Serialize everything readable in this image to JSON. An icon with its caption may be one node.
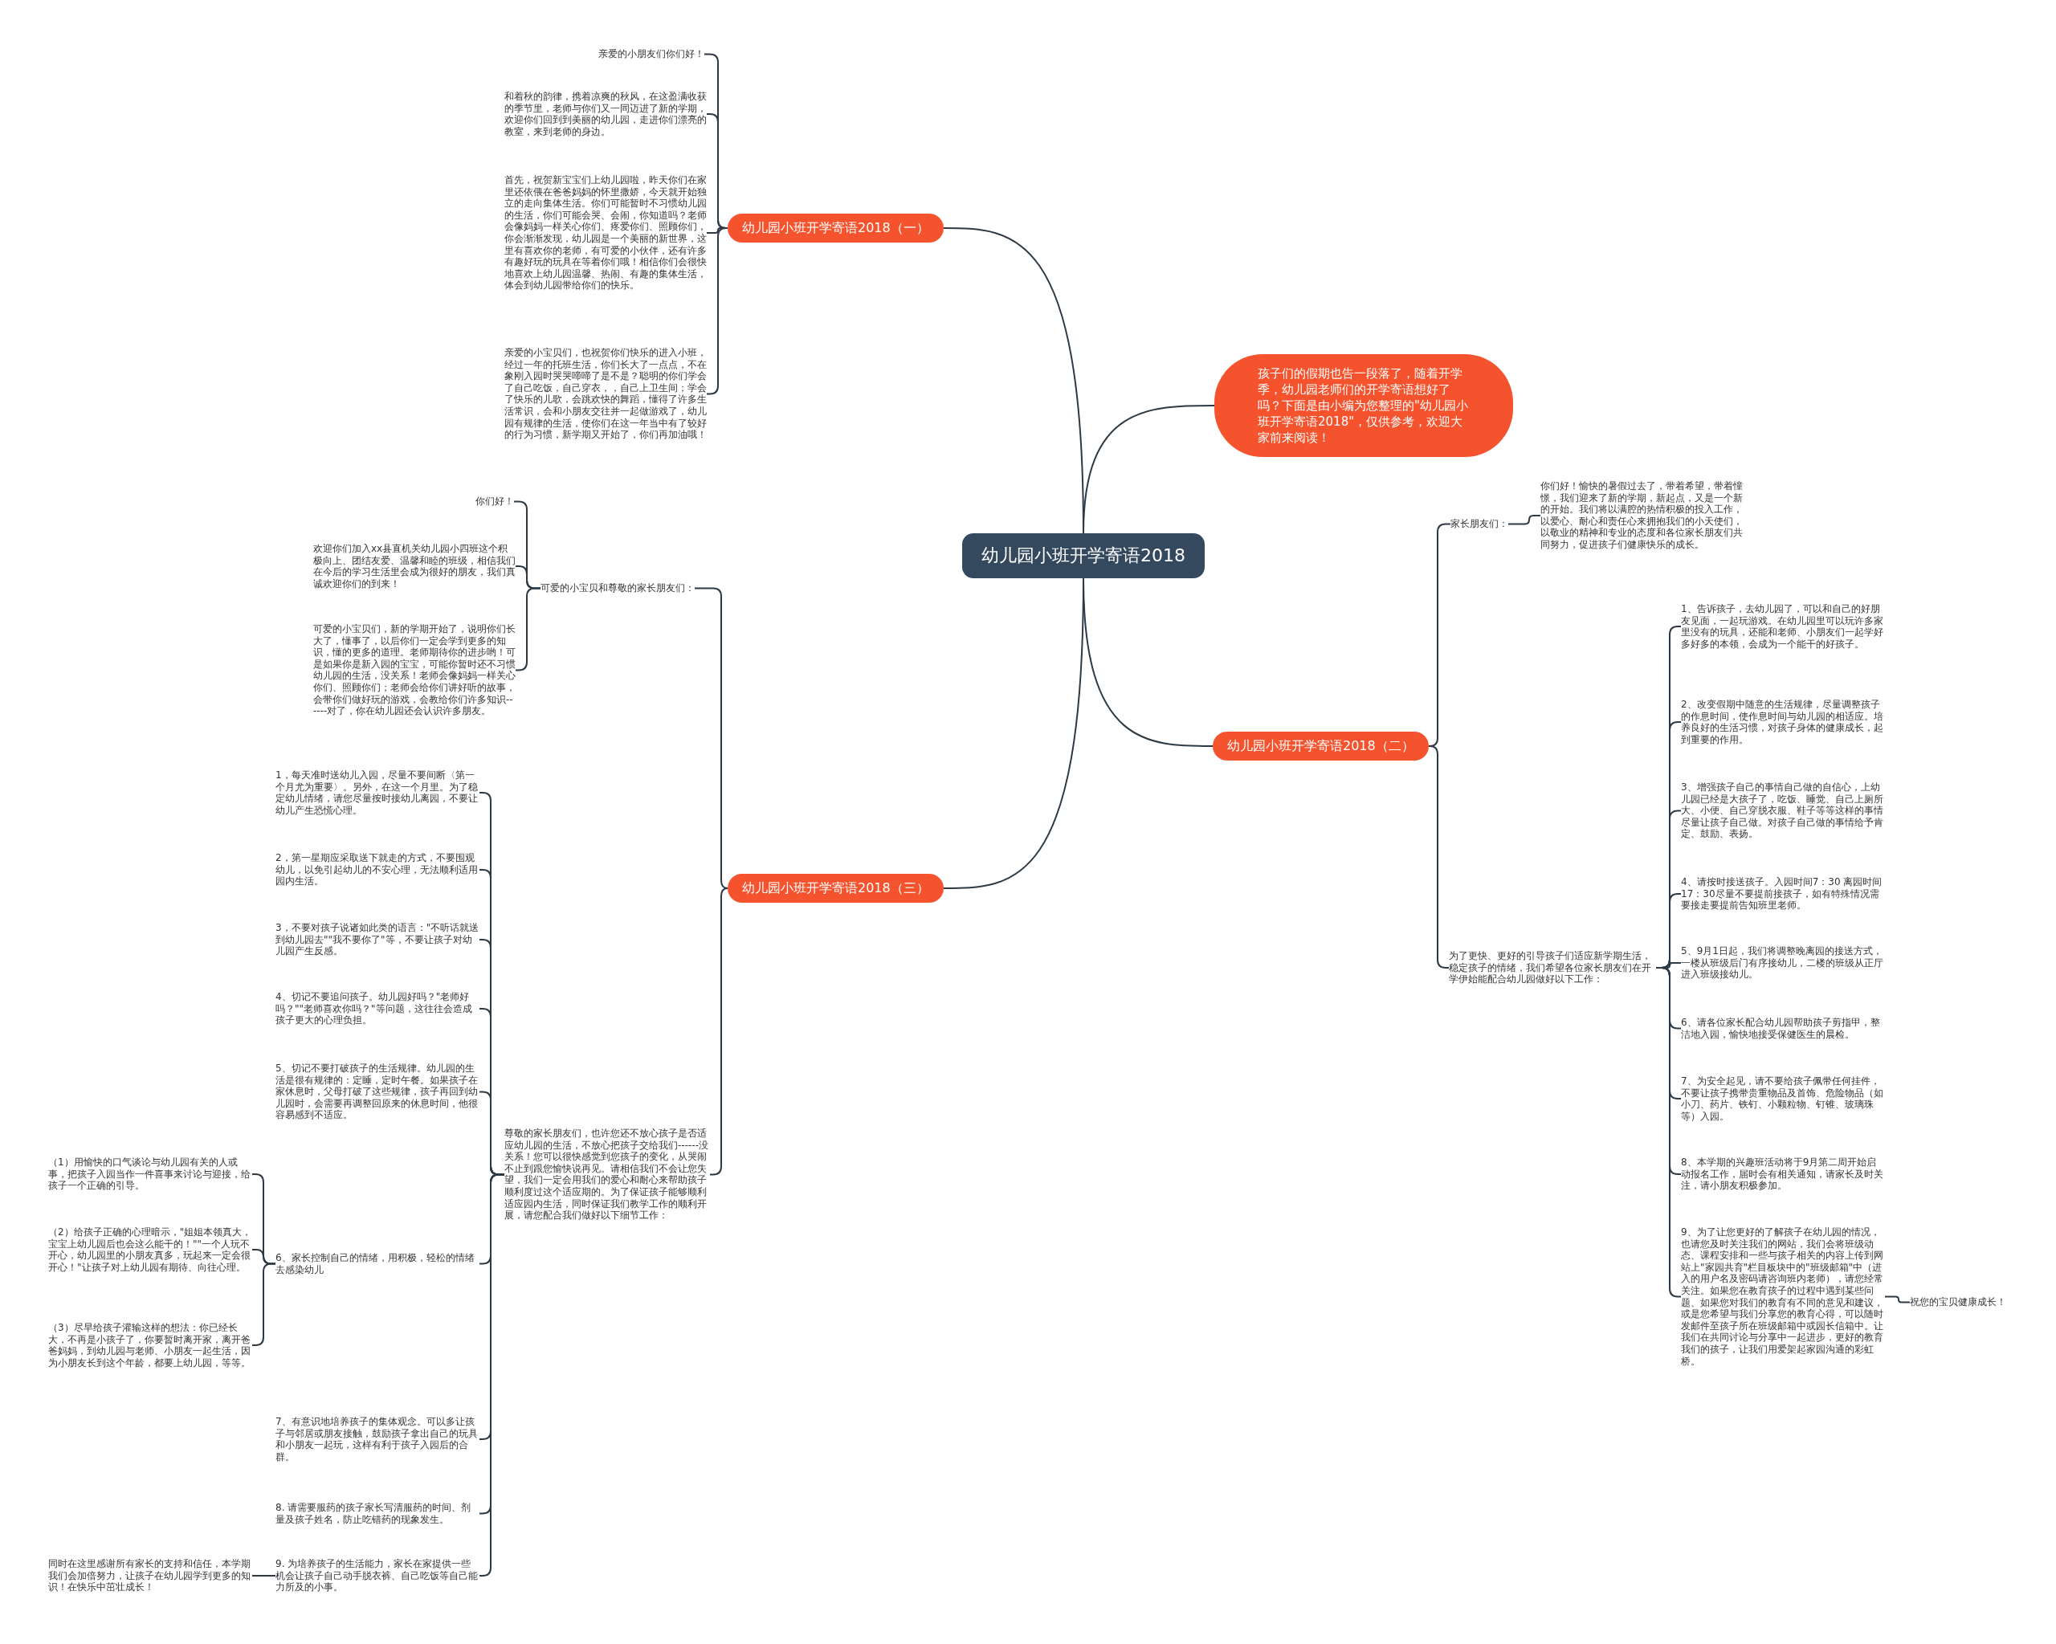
{
  "diagram": {
    "nodes": [
      {
        "text": [
          "幼儿园小班开学寄语2018"
        ]
      },
      {
        "text": [
          "孩子们的假期也告一段落了，随着开学季，幼儿园老师们的开学寄语想好了吗？下面是由小编为您整理的\"幼儿园小班开学寄语2018\"，仅供参考，欢迎大家前来阅读！"
        ]
      },
      {
        "text": [
          "幼儿园小班开学寄语2018（一）"
        ]
      },
      {
        "text": [
          "亲爱的小朋友们你们好！"
        ]
      },
      {
        "text": [
          "和着秋的韵律，携着凉爽的秋风，在这盈满收获的季节里，老师与你们又一同迈进了新的学期，欢迎你们回到到美丽的幼儿园，走进你们漂亮的教室，来到老师的身边。"
        ]
      },
      {
        "text": [
          "首先，祝贺新宝宝们上幼儿园啦，昨天你们在家里还依偎在爸爸妈妈的怀里撒娇，今天就开始独立的走向集体生活。你们可能暂时不习惯幼儿园的生活，你们可能会哭、会闹，你知道吗？老师会像妈妈一样关心你们、疼爱你们、照顾你们，你会渐渐发现，幼儿园是一个美丽的新世界，这里有喜欢你的老师，有可爱的小伙伴，还有许多有趣好玩的玩具在等着你们哦！相信你们会很快地喜欢上幼儿园温馨、热闹、有趣的集体生活，体会到幼儿园带给你们的快乐。"
        ]
      },
      {
        "text": [
          "亲爱的小宝贝们，也祝贺你们快乐的进入小班，经过一年的托班生活，你们长大了一点点，不在象刚入园时哭哭啼啼了是不是？聪明的你们学会了自己吃饭，自己穿衣，，自己上卫生间；学会了快乐的儿歌，会跳欢快的舞蹈，懂得了许多生活常识，会和小朋友交往并一起做游戏了，幼儿园有规律的生活，使你们在这一年当中有了较好的行为习惯，新学期又开始了，你们再加油哦！"
        ]
      },
      {
        "text": [
          "幼儿园小班开学寄语2018（二）"
        ]
      },
      {
        "text": [
          "家长朋友们："
        ]
      },
      {
        "text": [
          "你们好！愉快的暑假过去了，带着希望，带着憧憬，我们迎来了新的学期，新起点，又是一个新的开始。我们将以满腔的热情积极的投入工作，以爱心、耐心和责任心来拥抱我们的小天使们，以敬业的精神和专业的态度和各位家长朋友们共同努力，促进孩子们健康快乐的成长。"
        ]
      },
      {
        "text": [
          "为了更快、更好的引导孩子们适应新学期生活，稳定孩子的情绪，我们希望各位家长朋友们在开学伊始能配合幼儿园做好以下工作："
        ]
      },
      {
        "text": [
          "1、告诉孩子，去幼儿园了，可以和自己的好朋友见面，一起玩游戏。在幼儿园里可以玩许多家里没有的玩具，还能和老师、小朋友们一起学好多好多的本领，会成为一个能干的好孩子。"
        ]
      },
      {
        "text": [
          "2、改变假期中随意的生活规律，尽量调整孩子的作息时间，使作息时间与幼儿园的相适应。培养良好的生活习惯，对孩子身体的健康成长，起到重要的作用。"
        ]
      },
      {
        "text": [
          "3、增强孩子自己的事情自己做的自信心，上幼儿园已经是大孩子了，吃饭、睡觉、自己上厕所大、小便、自己穿脱衣服、鞋子等等这样的事情尽量让孩子自己做。对孩子自己做的事情给予肯定、鼓励、表扬。"
        ]
      },
      {
        "text": [
          "4、请按时接送孩子。入园时间7：30 离园时间 17：30尽量不要提前接孩子，如有特殊情况需要接走要提前告知班里老师。"
        ]
      },
      {
        "text": [
          "5、9月1日起，我们将调整晚离园的接送方式，一楼从班级后门有序接幼儿，二楼的班级从正厅进入班级接幼儿。"
        ]
      },
      {
        "text": [
          "6、请各位家长配合幼儿园帮助孩子剪指甲，整洁地入园，愉快地接受保健医生的晨检。"
        ]
      },
      {
        "text": [
          "7、为安全起见，请不要给孩子佩带任何挂件，不要让孩子携带贵重物品及首饰、危险物品（如小刀、药片、铁钉、小颗粒物、钉锥、玻璃珠等）入园。"
        ]
      },
      {
        "text": [
          "8、本学期的兴趣班活动将于9月第二周开始启动报名工作，届时会有相关通知，请家长及时关注，请小朋友积极参加。"
        ]
      },
      {
        "text": [
          "9、为了让您更好的了解孩子在幼儿园的情况，也请您及时关注我们的网站，我们会将班级动态、课程安排和一些与孩子相关的内容上传到网站上\"家园共育\"栏目板块中的\"班级邮箱\"中（进入的用户名及密码请咨询班内老师），请您经常关注。如果您在教育孩子的过程中遇到某些问题、如果您对我们的教育有不同的意见和建议，或是您希望与我们分享您的教育心得，可以随时发邮件至孩子所在班级邮箱中或园长信箱中。让我们在共同讨论与分享中一起进步，更好的教育我们的孩子，让我们用爱架起家园沟通的彩虹桥。"
        ]
      },
      {
        "text": [
          "祝您的宝贝健康成长！"
        ]
      },
      {
        "text": [
          "幼儿园小班开学寄语2018（三）"
        ]
      },
      {
        "text": [
          "可爱的小宝贝和尊敬的家长朋友们："
        ]
      },
      {
        "text": [
          "你们好！"
        ]
      },
      {
        "text": [
          "欢迎你们加入xx县直机关幼儿园小四班这个积极向上、团结友爱、温馨和睦的班级，相信我们在今后的学习生活里会成为很好的朋友，我们真诚欢迎你们的到来！"
        ]
      },
      {
        "text": [
          "可爱的小宝贝们，新的学期开始了，说明你们长大了，懂事了，以后你们一定会学到更多的知识，懂的更多的道理。老师期待你的进步哟！可是如果你是新入园的宝宝，可能你暂时还不习惯幼儿园的生活，没关系！老师会像妈妈一样关心你们、照顾你们；老师会给你们讲好听的故事，会带你们做好玩的游戏，会教给你们许多知识------对了，你在幼儿园还会认识许多朋友。"
        ]
      },
      {
        "text": [
          "尊敬的家长朋友们，也许您还不放心孩子是否适应幼儿园的生活，不放心把孩子交给我们------没关系！您可以很快感觉到您孩子的变化，从哭闹不止到跟您愉快说再见。请相信我们不会让您失望，我们一定会用我们的爱心和耐心来帮助孩子顺利度过这个适应期的。为了保证孩子能够顺利适应园内生活，同时保证我们教学工作的顺利开展，请您配合我们做好以下细节工作："
        ]
      },
      {
        "text": [
          "1，每天准时送幼儿入园，尽量不要间断〈第一个月尤为重要〉。另外，在这一个月里。为了稳定幼儿情绪，请您尽量按时接幼儿离园，不要让幼儿产生恐慌心理。"
        ]
      },
      {
        "text": [
          "2，第一星期应采取送下就走的方式，不要围观幼儿，以免引起幼儿的不安心理，无法顺利适用园内生活。"
        ]
      },
      {
        "text": [
          "3，不要对孩子说诸如此类的语言：\"不听话就送到幼儿园去\"\"我不要你了\"等，不要让孩子对幼儿园产生反感。"
        ]
      },
      {
        "text": [
          "4、切记不要追问孩子。幼儿园好吗？\"老师好吗？\"\"老师喜欢你吗？\"等问题，这往往会造成孩子更大的心理负担。"
        ]
      },
      {
        "text": [
          "5、切记不要打破孩子的生活规律。幼儿园的生活是很有规律的：定睡，定时午餐。如果孩子在家休息时，父母打破了这些规律，孩子再回到幼儿园时，会需要再调整回原来的休息时间，他很容易感到不适应。"
        ]
      },
      {
        "text": [
          "6、家长控制自己的情绪，用积极，轻松的情绪去感染幼儿"
        ]
      },
      {
        "text": [
          "7、有意识地培养孩子的集体观念。可以多让孩子与邻居或朋友接触，鼓励孩子拿出自己的玩具和小朋友一起玩，这样有利于孩子入园后的合群。"
        ]
      },
      {
        "text": [
          "8. 请需要服药的孩子家长写清服药的时间、剂量及孩子姓名，防止吃错药的现象发生。"
        ]
      },
      {
        "text": [
          "9. 为培养孩子的生活能力，家长在家提供一些机会让孩子自己动手脱衣裤、自己吃饭等自己能力所及的小事。"
        ]
      },
      {
        "text": [
          "（1）用愉快的口气谈论与幼儿园有关的人或事，把孩子入园当作一件喜事来讨论与迎接，给孩子一个正确的引导。"
        ]
      },
      {
        "text": [
          "（2）给孩子正确的心理暗示，\"姐姐本领真大，宝宝上幼儿园后也会这么能干的！\"\"一个人玩不开心，幼儿园里的小朋友真多，玩起来一定会很开心！\"让孩子对上幼儿园有期待、向往心理。"
        ]
      },
      {
        "text": [
          "（3）尽早给孩子灌输这样的想法：你已经长大，不再是小孩子了，你要暂时离开家，离开爸爸妈妈，到幼儿园与老师、小朋友一起生活，因为小朋友长到这个年龄，都要上幼儿园，等等。"
        ]
      },
      {
        "text": [
          "同时在这里感谢所有家长的支持和信任，本学期我们会加倍努力，让孩子在幼儿园学到更多的知识！在快乐中茁壮成长！"
        ]
      }
    ],
    "edges": [
      {
        "from": 0,
        "to": 1,
        "arrow": "none"
      },
      {
        "from": 0,
        "to": 2,
        "arrow": "none"
      },
      {
        "from": 2,
        "to": 3,
        "arrow": "none"
      },
      {
        "from": 2,
        "to": 4,
        "arrow": "none"
      },
      {
        "from": 2,
        "to": 5,
        "arrow": "none"
      },
      {
        "from": 2,
        "to": 6,
        "arrow": "none"
      },
      {
        "from": 0,
        "to": 7,
        "arrow": "none"
      },
      {
        "from": 7,
        "to": 8,
        "arrow": "none"
      },
      {
        "from": 8,
        "to": 9,
        "arrow": "none"
      },
      {
        "from": 7,
        "to": 10,
        "arrow": "none"
      },
      {
        "from": 10,
        "to": 11,
        "arrow": "none"
      },
      {
        "from": 10,
        "to": 12,
        "arrow": "none"
      },
      {
        "from": 10,
        "to": 13,
        "arrow": "none"
      },
      {
        "from": 10,
        "to": 14,
        "arrow": "none"
      },
      {
        "from": 10,
        "to": 15,
        "arrow": "none"
      },
      {
        "from": 10,
        "to": 16,
        "arrow": "none"
      },
      {
        "from": 10,
        "to": 17,
        "arrow": "none"
      },
      {
        "from": 10,
        "to": 18,
        "arrow": "none"
      },
      {
        "from": 10,
        "to": 19,
        "arrow": "none"
      },
      {
        "from": 19,
        "to": 20,
        "arrow": "none"
      },
      {
        "from": 0,
        "to": 21,
        "arrow": "none"
      },
      {
        "from": 21,
        "to": 22,
        "arrow": "none"
      },
      {
        "from": 22,
        "to": 23,
        "arrow": "none"
      },
      {
        "from": 22,
        "to": 24,
        "arrow": "none"
      },
      {
        "from": 22,
        "to": 25,
        "arrow": "none"
      },
      {
        "from": 21,
        "to": 26,
        "arrow": "none"
      },
      {
        "from": 26,
        "to": 27,
        "arrow": "none"
      },
      {
        "from": 26,
        "to": 28,
        "arrow": "none"
      },
      {
        "from": 26,
        "to": 29,
        "arrow": "none"
      },
      {
        "from": 26,
        "to": 30,
        "arrow": "none"
      },
      {
        "from": 26,
        "to": 31,
        "arrow": "none"
      },
      {
        "from": 26,
        "to": 32,
        "arrow": "none"
      },
      {
        "from": 26,
        "to": 33,
        "arrow": "none"
      },
      {
        "from": 26,
        "to": 34,
        "arrow": "none"
      },
      {
        "from": 26,
        "to": 35,
        "arrow": "none"
      },
      {
        "from": 32,
        "to": 36,
        "arrow": "none"
      },
      {
        "from": 32,
        "to": 37,
        "arrow": "none"
      },
      {
        "from": 32,
        "to": 38,
        "arrow": "none"
      },
      {
        "from": 35,
        "to": 39,
        "arrow": "none"
      }
    ]
  }
}
